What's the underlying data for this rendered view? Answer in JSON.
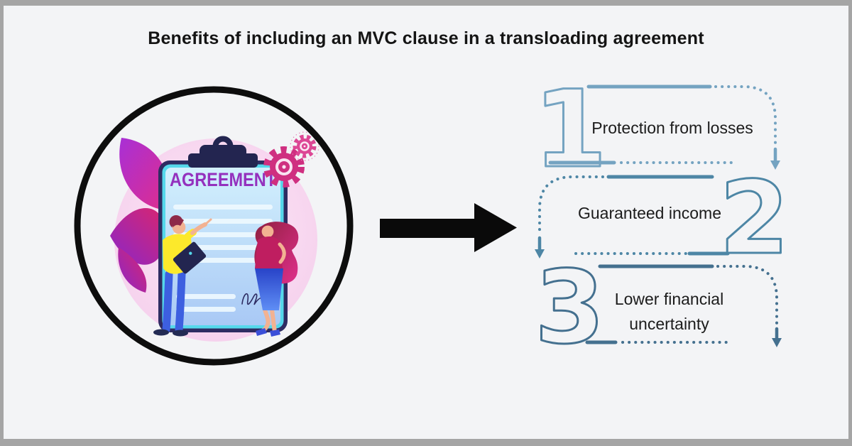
{
  "page": {
    "title": "Benefits of including an MVC clause in a transloading agreement",
    "background": "#f3f4f6",
    "frame_color": "#a5a5a5"
  },
  "illustration": {
    "document_label": "AGREEMENT",
    "description": "Two people reviewing and signing an agreement on a giant clipboard inside a black circle",
    "colors": {
      "circle_outline": "#0d0d0d",
      "clipboard_frame": "#2e2c62",
      "clipboard_trim": "#55d8eb",
      "paper_top": "#d2f0fd",
      "paper_bottom": "#a9c9f5",
      "label_purple": "#9431be",
      "leaf_purple": "#9333d4",
      "leaf_magenta": "#e02e8c",
      "gear_pink": "#cf2f80",
      "backdrop_pink": "#f5cfec"
    }
  },
  "arrow": {
    "direction": "right",
    "color": "#0a0a0a"
  },
  "benefits": [
    {
      "number": "1",
      "label": "Protection from losses",
      "accent": "#74a3c1"
    },
    {
      "number": "2",
      "label": "Guaranteed income",
      "accent": "#4d86a5"
    },
    {
      "number": "3",
      "label": "Lower financial uncertainty",
      "accent": "#44708f"
    }
  ]
}
